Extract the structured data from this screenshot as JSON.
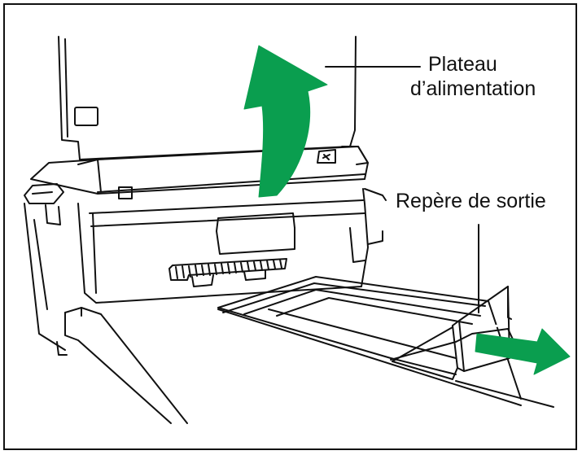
{
  "labels": {
    "feed_tray_line1": "Plateau",
    "feed_tray_line2": "d’alimentation",
    "exit_guide": "Repère de sortie"
  },
  "colors": {
    "arrow_green": "#0a9e4f",
    "line": "#111111"
  }
}
